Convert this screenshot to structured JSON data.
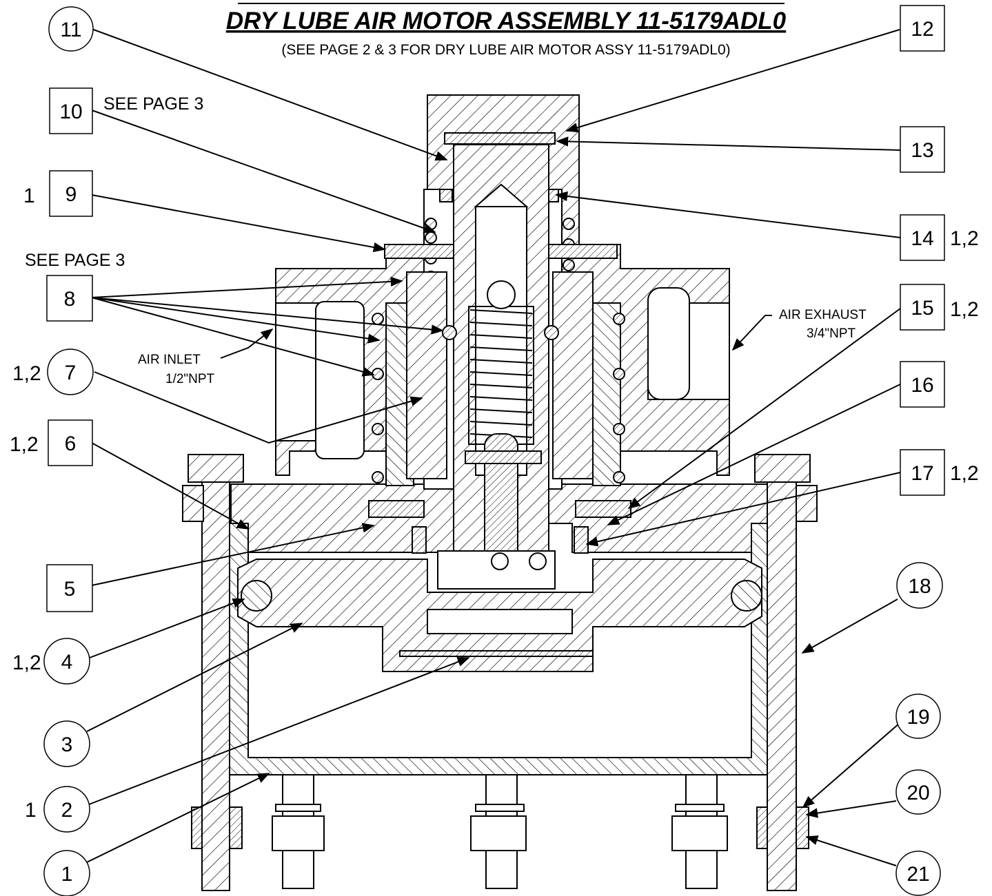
{
  "title": "DRY LUBE AIR MOTOR ASSEMBLY  11-5179ADL0",
  "subtitle": "(SEE PAGE 2 & 3 FOR DRY LUBE AIR MOTOR ASSY 11-5179ADL0)",
  "annotations": {
    "see_page_3_a": "SEE PAGE 3",
    "see_page_3_b": "SEE PAGE 3",
    "air_inlet_line1": "AIR INLET",
    "air_inlet_line2": "1/2\"NPT",
    "air_exhaust_line1": "AIR EXHAUST",
    "air_exhaust_line2": "3/4\"NPT"
  },
  "callouts": [
    {
      "id": "c11",
      "label": "11",
      "shape": "circle",
      "note": ""
    },
    {
      "id": "c12",
      "label": "12",
      "shape": "square",
      "note": ""
    },
    {
      "id": "c10",
      "label": "10",
      "shape": "square",
      "note": ""
    },
    {
      "id": "c13",
      "label": "13",
      "shape": "square",
      "note": ""
    },
    {
      "id": "c9",
      "label": "9",
      "shape": "square",
      "note": "1"
    },
    {
      "id": "c14",
      "label": "14",
      "shape": "square",
      "note": "1,2"
    },
    {
      "id": "c8",
      "label": "8",
      "shape": "square",
      "note": ""
    },
    {
      "id": "c15",
      "label": "15",
      "shape": "square",
      "note": "1,2"
    },
    {
      "id": "c7",
      "label": "7",
      "shape": "circle",
      "note": "1,2"
    },
    {
      "id": "c16",
      "label": "16",
      "shape": "square",
      "note": ""
    },
    {
      "id": "c6",
      "label": "6",
      "shape": "square",
      "note": "1,2"
    },
    {
      "id": "c17",
      "label": "17",
      "shape": "square",
      "note": "1,2"
    },
    {
      "id": "c5",
      "label": "5",
      "shape": "square",
      "note": ""
    },
    {
      "id": "c18",
      "label": "18",
      "shape": "circle",
      "note": ""
    },
    {
      "id": "c4",
      "label": "4",
      "shape": "circle",
      "note": "1,2"
    },
    {
      "id": "c3",
      "label": "3",
      "shape": "circle",
      "note": ""
    },
    {
      "id": "c19",
      "label": "19",
      "shape": "circle",
      "note": ""
    },
    {
      "id": "c2",
      "label": "2",
      "shape": "circle",
      "note": "1"
    },
    {
      "id": "c20",
      "label": "20",
      "shape": "circle",
      "note": ""
    },
    {
      "id": "c1",
      "label": "1",
      "shape": "circle",
      "note": ""
    },
    {
      "id": "c21",
      "label": "21",
      "shape": "circle",
      "note": ""
    }
  ],
  "colors": {
    "line": "#000000",
    "background": "#ffffff"
  }
}
